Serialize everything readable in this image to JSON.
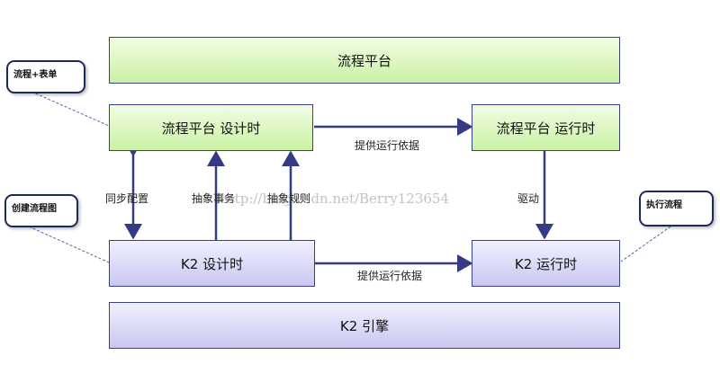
{
  "boxes": {
    "platform": "流程平台",
    "design_time": "流程平台 设计时",
    "run_time": "流程平台 运行时",
    "k2_design": "K2 设计时",
    "k2_run": "K2 运行时",
    "k2_engine": "K2 引擎"
  },
  "arrows": {
    "provide_top": "提供运行依据",
    "provide_bottom": "提供运行依据",
    "sync_config": "同步配置",
    "abstract_event": "抽象事务",
    "abstract_rule": "抽象规则",
    "drive": "驱动"
  },
  "callouts": {
    "process_form": "流程+表单",
    "create_flow": "创建流程图",
    "execute_flow": "执行流程"
  },
  "watermark": "http://blog.csdn.net/Berry123654",
  "colors": {
    "green_top": "#f2fde4",
    "green_bottom": "#c9f1a4",
    "purple_top": "#f1f0ff",
    "purple_bottom": "#c9c7f1",
    "border": "#3b3f8f",
    "arrow": "#353a85"
  }
}
